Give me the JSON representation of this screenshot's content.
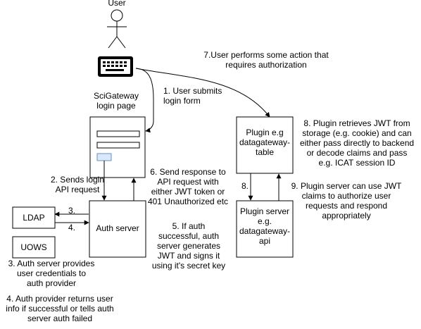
{
  "actor": {
    "label": "User"
  },
  "boxes": {
    "ldap": "LDAP",
    "uows": "UOWS",
    "auth_server": "Auth server",
    "plugin": [
      "Plugin e.g",
      "datagateway-",
      "table"
    ],
    "plugin_server": [
      "Plugin server",
      "e.g.",
      "datagateway-",
      "api"
    ]
  },
  "labels": {
    "login_page": [
      "SciGateway",
      "login page"
    ],
    "step1": [
      "1. User submits",
      "login form"
    ],
    "step2": [
      "2. Sends login",
      "API request"
    ],
    "step3_short": "3.",
    "step4_short": "4.",
    "step3": [
      "3. Auth server provides",
      "user credentials to",
      "auth provider"
    ],
    "step4": [
      "4. Auth provider returns user",
      "info if successful or tells auth",
      "server auth failed"
    ],
    "step5": [
      "5. If auth",
      "successful, auth",
      "server generates",
      "JWT and signs it",
      "using it's secret key"
    ],
    "step6": [
      "6. Send response to",
      "API request with",
      "either JWT token or",
      "401 Unauthorized etc"
    ],
    "step7": [
      "7.User performs some action that",
      "requires authorization"
    ],
    "step8": [
      "8. Plugin retrieves JWT from",
      "storage (e.g. cookie) and can",
      "either pass directly to backend",
      "or decode claims and pass",
      "e.g. ICAT session ID"
    ],
    "step8_short": "8.",
    "step9": [
      "9. Plugin server can use JWT",
      "claims to authorize user",
      "requests and respond",
      "appropriately"
    ]
  },
  "colors": {
    "stroke": "#000000",
    "fill": "#ffffff",
    "submit_button": "#dae8fc",
    "submit_button_border": "#6c8ebf"
  }
}
